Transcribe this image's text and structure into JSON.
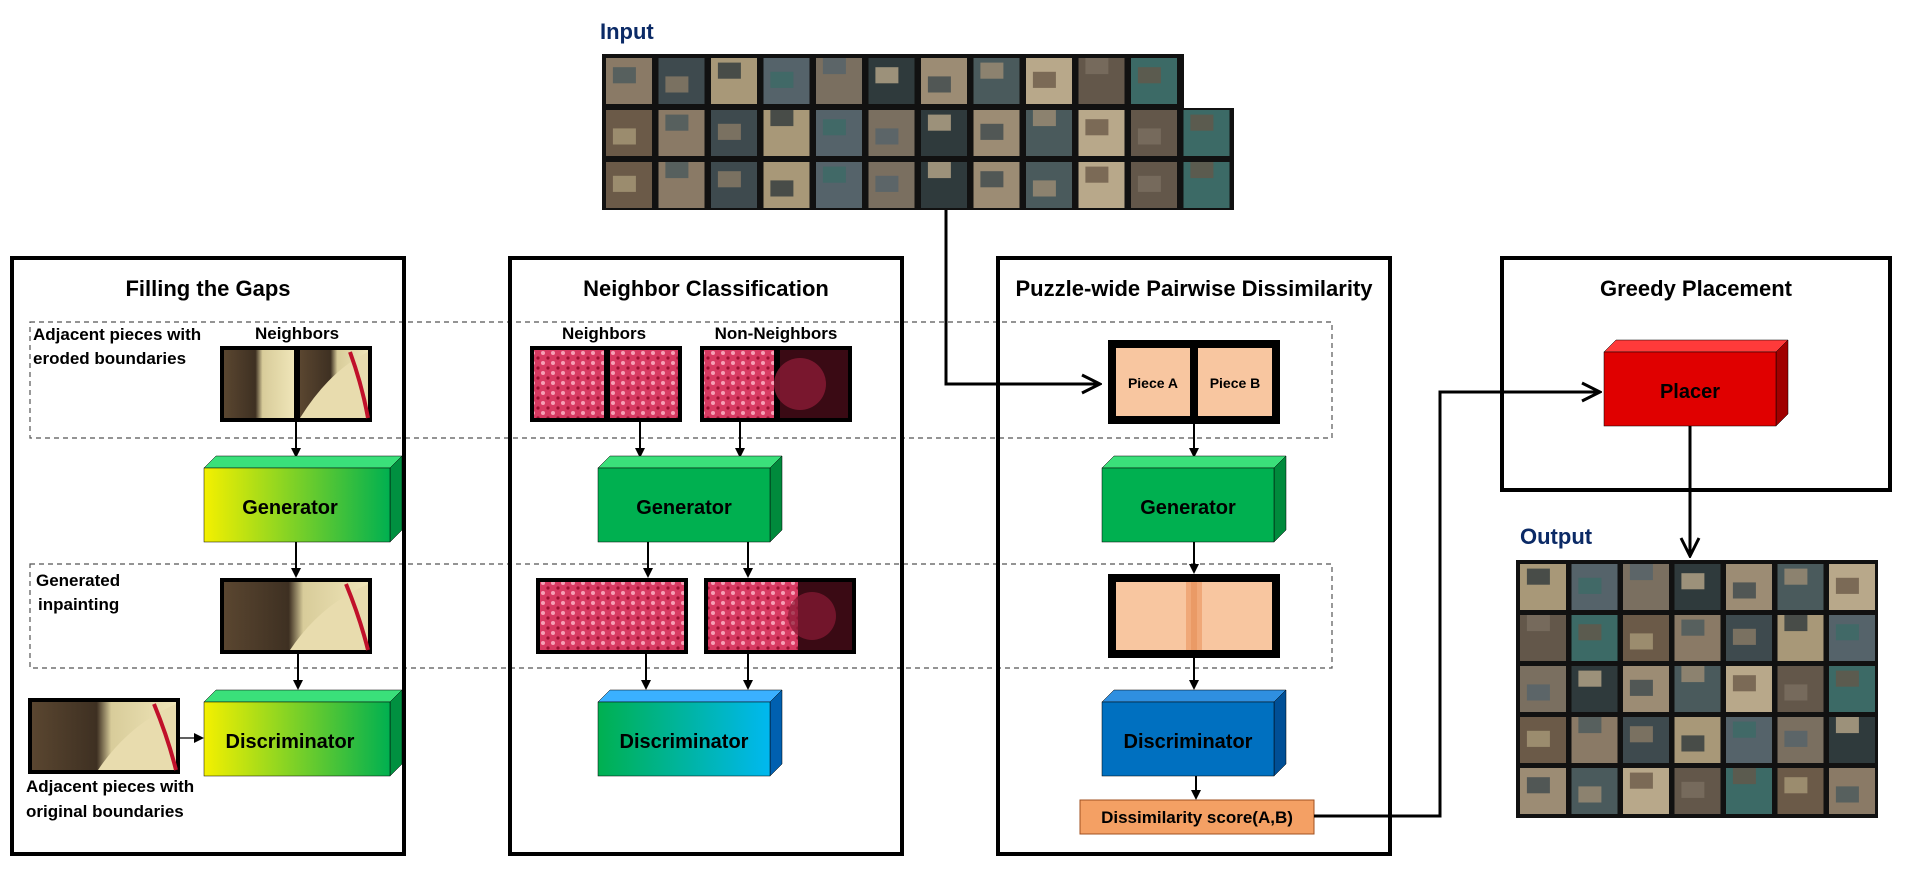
{
  "header": {
    "input_label": "Input",
    "output_label": "Output"
  },
  "panels": {
    "filling_gaps": {
      "title": "Filling the Gaps",
      "label_eroded_1": "Adjacent pieces with",
      "label_eroded_2": "eroded boundaries",
      "neighbors_label": "Neighbors",
      "generator": "Generator",
      "label_generated_1": "Generated",
      "label_generated_2": "inpainting",
      "discriminator": "Discriminator",
      "label_original_1": "Adjacent pieces with",
      "label_original_2": "original boundaries"
    },
    "neighbor_classification": {
      "title": "Neighbor Classification",
      "neighbors_label": "Neighbors",
      "non_neighbors_label": "Non-Neighbors",
      "generator": "Generator",
      "discriminator": "Discriminator"
    },
    "pairwise_dissimilarity": {
      "title": "Puzzle-wide Pairwise Dissimilarity",
      "piece_a": "Piece A",
      "piece_b": "Piece B",
      "generator": "Generator",
      "discriminator": "Discriminator",
      "score": "Dissimilarity score(A,B)"
    },
    "greedy_placement": {
      "title": "Greedy Placement",
      "placer": "Placer"
    }
  },
  "colors": {
    "generator_gradient": [
      "#f4f000",
      "#00b050"
    ],
    "generator_green": "#00b050",
    "discriminator_blue": "#0070c0",
    "discriminator_mix": [
      "#00b050",
      "#00b0f0"
    ],
    "placer_red": "#e00000",
    "piece_peach": "#f8c6a0",
    "score_orange": "#f4a064",
    "title_navy": "#0b2a66"
  }
}
